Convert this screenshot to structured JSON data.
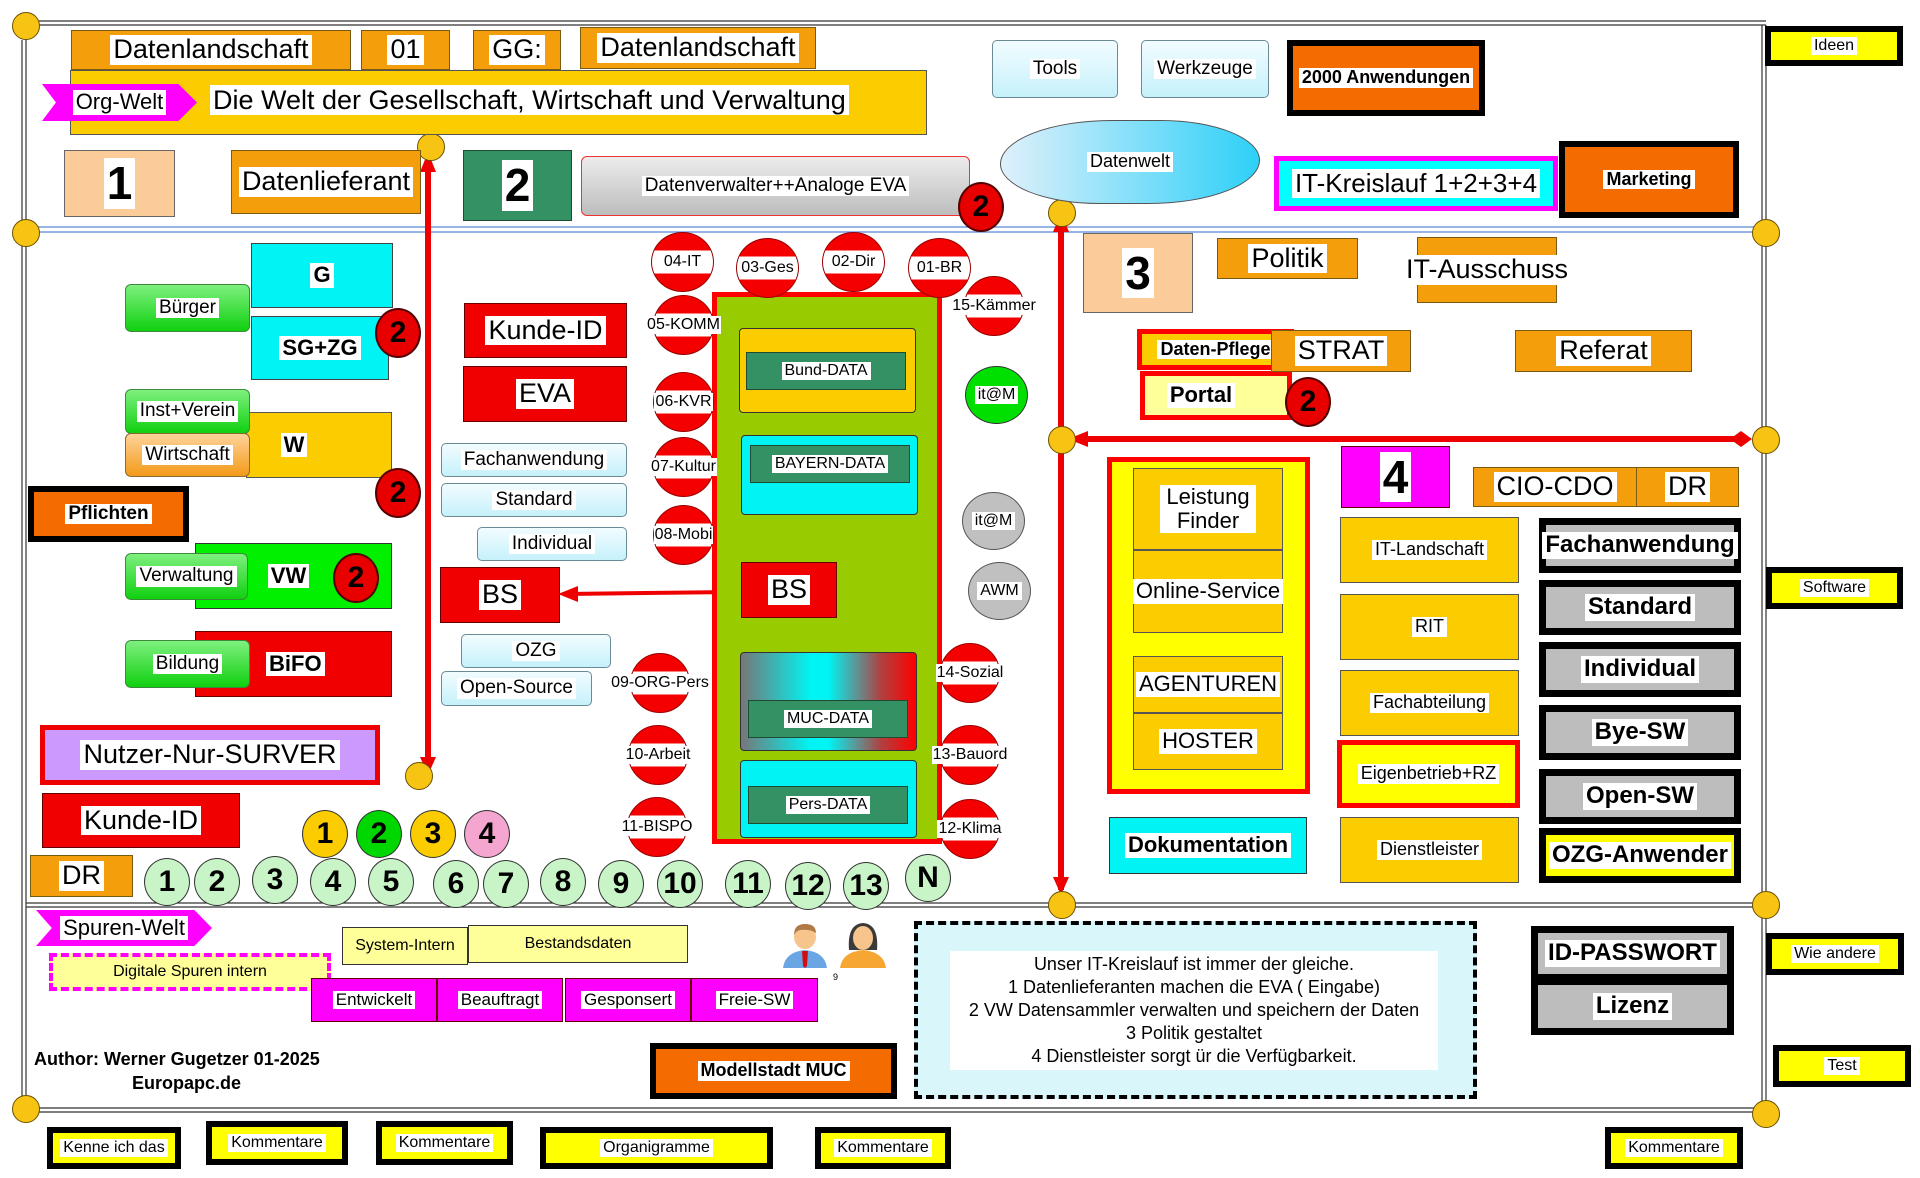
{
  "colors": {
    "orange": "#f59e0b",
    "gold": "#fbcc00",
    "cyan": "#00f4f4",
    "red": "#f00000",
    "green": "#10d010",
    "magenta": "#ff00ff",
    "yellow": "#ffff00",
    "darkgreen": "#349164",
    "lime": "#99cc00",
    "gray": "#bdbdbd"
  },
  "header": {
    "title": "Datenlandschaft",
    "number": "01",
    "gg_label": "GG:",
    "gg_value": "Datenlandschaft",
    "org_tag": "Org-Welt",
    "subtitle": "Die Welt der Gesellschaft, Wirtschaft und Verwaltung"
  },
  "top": {
    "tools": "Tools",
    "werkzeuge": "Werkzeuge",
    "anwendungen": "2000 Anwendungen",
    "datenwelt": "Datenwelt",
    "it_kreislauf": "IT-Kreislauf  1+2+3+4",
    "marketing": "Marketing"
  },
  "side_tags": {
    "ideen": "Ideen",
    "software": "Software",
    "wie_andere": "Wie andere",
    "test": "Test"
  },
  "section1": {
    "number": "1",
    "title": "Datenlieferant",
    "g": "G",
    "sgzg": "SG+ZG",
    "buerger": "Bürger",
    "inst_verein": "Inst+Verein",
    "wirtschaft": "Wirtschaft",
    "w": "W",
    "pflichten": "Pflichten",
    "verwaltung": "Verwaltung",
    "vw": "VW",
    "bildung": "Bildung",
    "bifo": "BiFO",
    "nutzer": "Nutzer-Nur-SURVER",
    "kunde_id": "Kunde-ID",
    "dr": "DR"
  },
  "section2": {
    "number": "2",
    "title": "Datenverwalter++Analoge EVA",
    "badge": "2",
    "kunde_id": "Kunde-ID",
    "eva": "EVA",
    "apps": [
      "Fachanwendung",
      "Standard",
      "Individual"
    ],
    "bs_left": "BS",
    "bs_right": "BS",
    "ozg": "OZG",
    "open_source": "Open-Source",
    "data_boxes": [
      "Bund-DATA",
      "BAYERN-DATA",
      "MUC-DATA",
      "Pers-DATA"
    ],
    "departments_top": [
      "04-IT",
      "03-Ges",
      "02-Dir",
      "01-BR"
    ],
    "departments_left": [
      "05-KOMM",
      "06-KVR",
      "07-Kultur",
      "08-Mobi",
      "09-ORG-Pers",
      "10-Arbeit",
      "11-BISPO"
    ],
    "departments_right": [
      "15-Kämmer",
      "14-Sozial",
      "13-Bauord",
      "12-Klima"
    ],
    "itm_green": "it@M",
    "itm_gray": "it@M",
    "awm": "AWM"
  },
  "legend_circles": [
    "1",
    "2",
    "3",
    "4"
  ],
  "numbered_circles": [
    "1",
    "2",
    "3",
    "4",
    "5",
    "6",
    "7",
    "8",
    "9",
    "10",
    "11",
    "12",
    "13",
    "N"
  ],
  "section3": {
    "number": "3",
    "politik": "Politik",
    "it_ausschuss": "IT-Ausschuss",
    "daten_pflege": "Daten-Pflege",
    "portal": "Portal",
    "badge": "2",
    "strat": "STRAT",
    "referat": "Referat"
  },
  "section4": {
    "number": "4",
    "cio_cdo": "CIO-CDO",
    "dr": "DR",
    "services": [
      "Leistung Finder",
      "Online-Service",
      "AGENTUREN",
      "HOSTER"
    ],
    "dokumentation": "Dokumentation",
    "providers": [
      "IT-Landschaft",
      "RIT",
      "Fachabteilung",
      "Eigenbetrieb+RZ",
      "Dienstleister"
    ],
    "software_types": [
      "Fachanwendung",
      "Standard",
      "Individual",
      "Bye-SW",
      "Open-SW",
      "OZG-Anwender"
    ]
  },
  "spuren": {
    "tag": "Spuren-Welt",
    "digitale": "Digitale Spuren intern",
    "system_intern": "System-Intern",
    "bestandsdaten": "Bestandsdaten",
    "kinds": [
      "Entwickelt",
      "Beauftragt",
      "Gesponsert",
      "Freie-SW"
    ],
    "people_count": "9"
  },
  "info": {
    "lines": [
      "Unser IT-Kreislauf ist immer der gleiche.",
      "1 Datenlieferanten machen die EVA ( Eingabe)",
      "2 VW Datensammler verwalten und speichern der  Daten",
      "3 Politik gestaltet",
      "4 Dienstleister sorgt ür die Verfügbarkeit."
    ]
  },
  "auth": {
    "id_passwort": "ID-PASSWORT",
    "lizenz": "Lizenz"
  },
  "footer": {
    "author": "Author: Werner Gugetzer  01-2025",
    "site": "Europapc.de",
    "modellstadt": "Modellstadt  MUC",
    "buttons": [
      "Kenne ich das",
      "Kommentare",
      "Kommentare",
      "Organigramme",
      "Kommentare",
      "Kommentare"
    ]
  }
}
